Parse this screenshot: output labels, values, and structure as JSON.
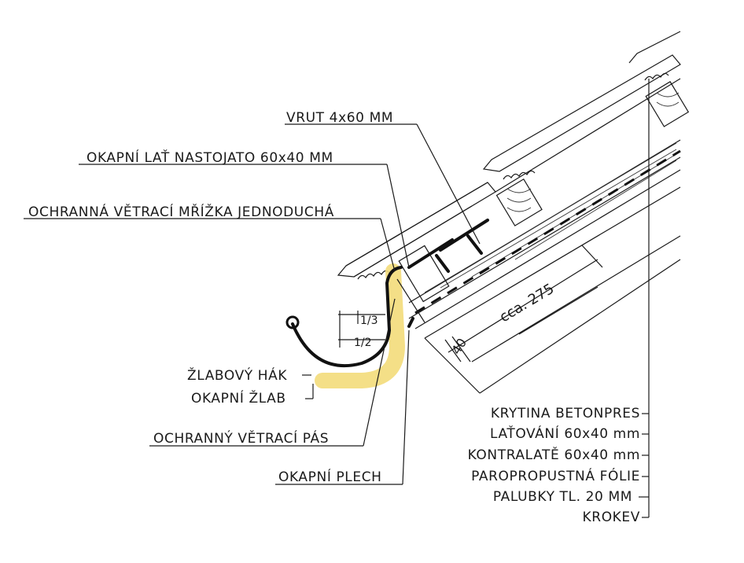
{
  "labels": {
    "vrut": "VRUT 4x60 MM",
    "okapni_lat": "OKAPNÍ LAŤ NASTOJATO 60x40 MM",
    "ochranna_mrizka": "OCHRANNÁ VĚTRACÍ MŘÍŽKA JEDNODUCHÁ",
    "zlabovy_hak": "ŽLABOVÝ HÁK",
    "okapni_zlab": "OKAPNÍ ŽLAB",
    "ochranny_pas": "OCHRANNÝ VĚTRACÍ PÁS",
    "okapni_plech": "OKAPNÍ PLECH"
  },
  "layers": [
    "KRYTINA BETONPRES",
    "LAŤOVÁNÍ 60x40 mm",
    "KONTRALATĚ 60x40 mm",
    "PAROPROPUSTNÁ FÓLIE",
    "PALUBKY TL. 20 MM",
    "KROKEV"
  ],
  "dimensions": {
    "third": "1/3",
    "half": "1/2",
    "length": "cca. 275",
    "thickness": "40"
  },
  "colors": {
    "highlight": "#f3dc7a",
    "ink": "#1a1a1a"
  }
}
